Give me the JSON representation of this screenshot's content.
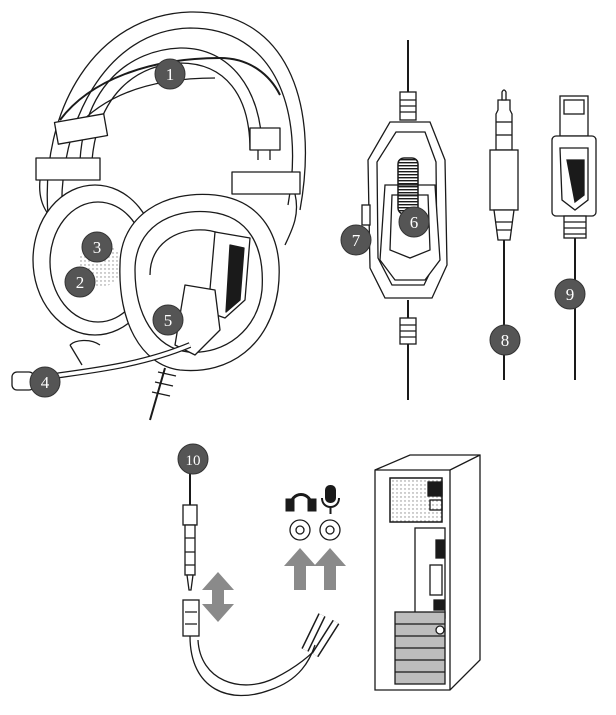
{
  "callouts": {
    "c1": "1",
    "c2": "2",
    "c3": "3",
    "c4": "4",
    "c5": "5",
    "c6": "6",
    "c7": "7",
    "c8": "8",
    "c9": "9",
    "c10": "10"
  },
  "colors": {
    "line": "#1a1a1a",
    "callout_fill": "#555555",
    "callout_text": "#ffffff",
    "arrow_gray": "#8a8a8a",
    "panel_gray": "#bdbdbd"
  },
  "icons": {
    "headphone": "headphone-icon",
    "mic": "microphone-icon",
    "double_arrow": "double-arrow-icon",
    "up_arrow": "up-arrow-icon"
  }
}
